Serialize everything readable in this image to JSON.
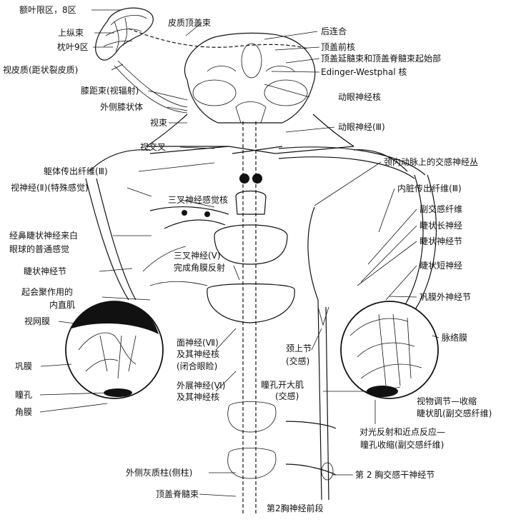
{
  "labels": {
    "area8": "额叶限区，8区",
    "sup_long": "上纵束",
    "area9": "枕叶9区",
    "visual_cortex": "视皮质(距状裂皮质)",
    "geniculocalcarine": "膝距束(视辐射)",
    "lgb": "外侧膝状体",
    "optic_tract": "视束",
    "chiasm": "视交叉",
    "somatic_efferent": "躯体传出纤维(Ⅲ)",
    "optic_nerve": "视神经(Ⅱ)(特殊感觉)",
    "nasociliary": "经鼻睫状神经来自\n眼球的普通感觉",
    "ciliary_ganglion": "睫状神经节",
    "convergence": "起会聚作用的\n内直肌",
    "retina": "视网膜",
    "sclera": "巩膜",
    "pupil": "瞳孔",
    "cornea": "角膜",
    "trigeminal_nucleus": "三叉神经感觉核",
    "trigeminal_corneal": "三叉神经(Ⅴ)\n完成角膜反射",
    "facial": "面神经(Ⅶ)\n及其神经核\n(闭合眼睑)",
    "abducens": "外展神经(Ⅵ)\n及其神经核",
    "lateral_horn": "外侧灰质柱(侧柱)",
    "tectospinal": "顶盖脊髓束",
    "t2_segment": "第2胸神经前段",
    "cortical_tectal": "皮质顶盖束",
    "post_commissure": "后连合",
    "pretectal": "顶盖前核",
    "tectobulbar": "顶盖延髓束和顶盖脊髓束起始部",
    "ew_nucleus": "Edinger-Westphal 核",
    "oculomotor_nucleus": "动眼神经核",
    "oculomotor_nerve": "动眼神经(Ⅲ)",
    "carotid_plexus": "颈内动脉上的交感神经丛",
    "visceral_efferent": "内脏传出纤维(Ⅲ)",
    "parasympathetic": "副交感纤维",
    "long_ciliary": "睫状长神经",
    "ciliary_ganglion_r": "睫状神经节",
    "short_ciliary": "睫状短神经",
    "episcleral": "巩膜外神经节",
    "choroid": "脉络膜",
    "superior_cervical": "颈上节\n(交感)",
    "dilator": "瞳孔开大肌\n(交感)",
    "accommodation": "视物调节—收缩\n睫状肌(副交感纤维)",
    "light_reflex": "对光反射和近点反应—\n瞳孔收缩(副交感纤维)",
    "t2_ganglion": "第 2 胸交感干神经节"
  }
}
